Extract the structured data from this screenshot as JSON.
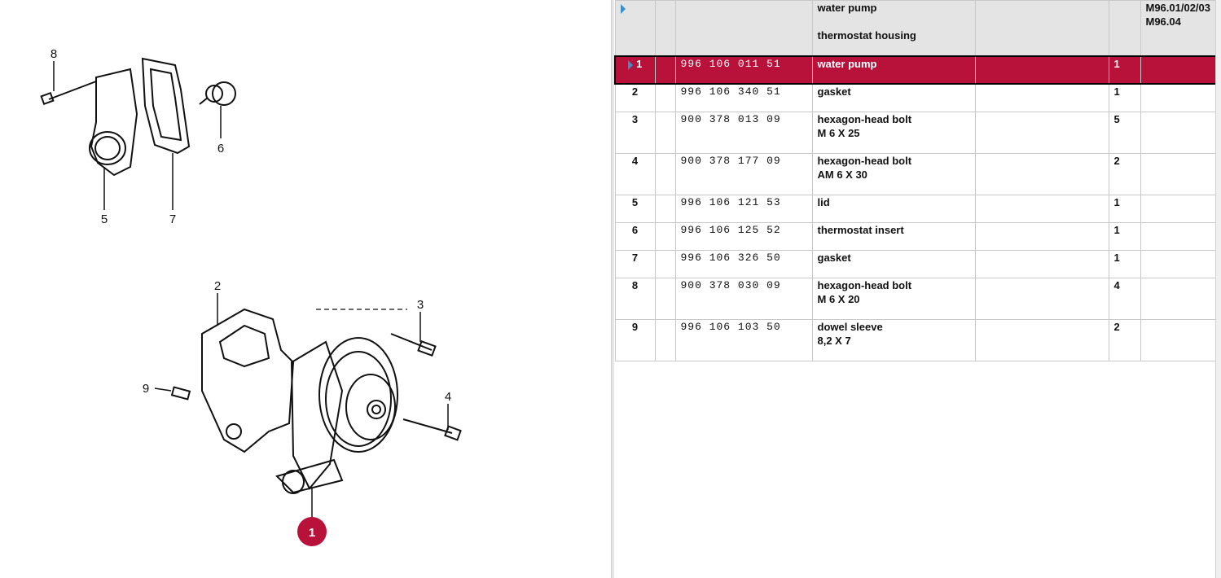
{
  "header": {
    "titles": [
      "water pump",
      "thermostat housing"
    ],
    "models": [
      "M96.01/02/03",
      "M96.04"
    ]
  },
  "rows": [
    {
      "pos": "1",
      "part": "996 106 011 51",
      "desc": "water pump",
      "desc2": "",
      "qty": "1",
      "selected": true
    },
    {
      "pos": "2",
      "part": "996 106 340 51",
      "desc": "gasket",
      "desc2": "",
      "qty": "1"
    },
    {
      "pos": "3",
      "part": "900 378 013 09",
      "desc": "hexagon-head bolt",
      "desc2": "M 6 X 25",
      "qty": "5"
    },
    {
      "pos": "4",
      "part": "900 378 177 09",
      "desc": "hexagon-head bolt",
      "desc2": "AM 6 X 30",
      "qty": "2"
    },
    {
      "pos": "5",
      "part": "996 106 121 53",
      "desc": "lid",
      "desc2": "",
      "qty": "1"
    },
    {
      "pos": "6",
      "part": "996 106 125 52",
      "desc": "thermostat insert",
      "desc2": "",
      "qty": "1"
    },
    {
      "pos": "7",
      "part": "996 106 326 50",
      "desc": "gasket",
      "desc2": "",
      "qty": "1"
    },
    {
      "pos": "8",
      "part": "900 378 030 09",
      "desc": "hexagon-head bolt",
      "desc2": "M 6 X 20",
      "qty": "4"
    },
    {
      "pos": "9",
      "part": "996 106 103 50",
      "desc": "dowel sleeve",
      "desc2": "8,2 X 7",
      "qty": "2"
    }
  ],
  "callouts": [
    "1",
    "2",
    "3",
    "4",
    "5",
    "6",
    "7",
    "8",
    "9"
  ],
  "colors": {
    "selected": "#b8113a",
    "header_bg": "#e4e4e4",
    "arrow": "#3a8fc8"
  }
}
